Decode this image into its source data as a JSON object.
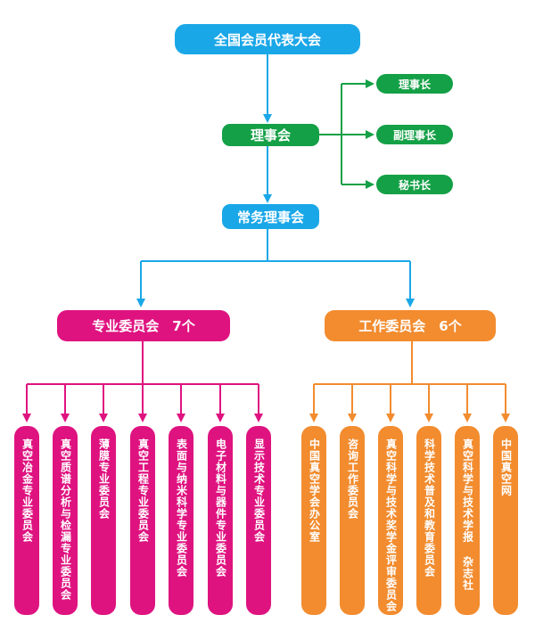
{
  "colors": {
    "blue": "#1aa7e8",
    "green": "#14a046",
    "magenta": "#df1380",
    "orange": "#f28c2f"
  },
  "top": {
    "assembly": "全国会员代表大会"
  },
  "council": {
    "label": "理事会",
    "officers": [
      "理事长",
      "副理事长",
      "秘书长"
    ]
  },
  "standing": {
    "label": "常务理事会"
  },
  "professional": {
    "label": "专业委员会　7个",
    "items": [
      "真空冶金专业委员会",
      "真空质谱分析与检漏专业委员会",
      "薄膜专业委员会",
      "真空工程专业委员会",
      "表面与纳米科学专业委员会",
      "电子材料与器件专业委员会",
      "显示技术专业委员会"
    ]
  },
  "working": {
    "label": "工作委员会　6个",
    "items": [
      "中国真空学会办公室",
      "咨询工作委员会",
      "真空科学与技术奖学金评审委员会",
      "科学技术普及和教育委员会",
      "真空科学与技术学报 杂志社",
      "中国真空网"
    ]
  }
}
